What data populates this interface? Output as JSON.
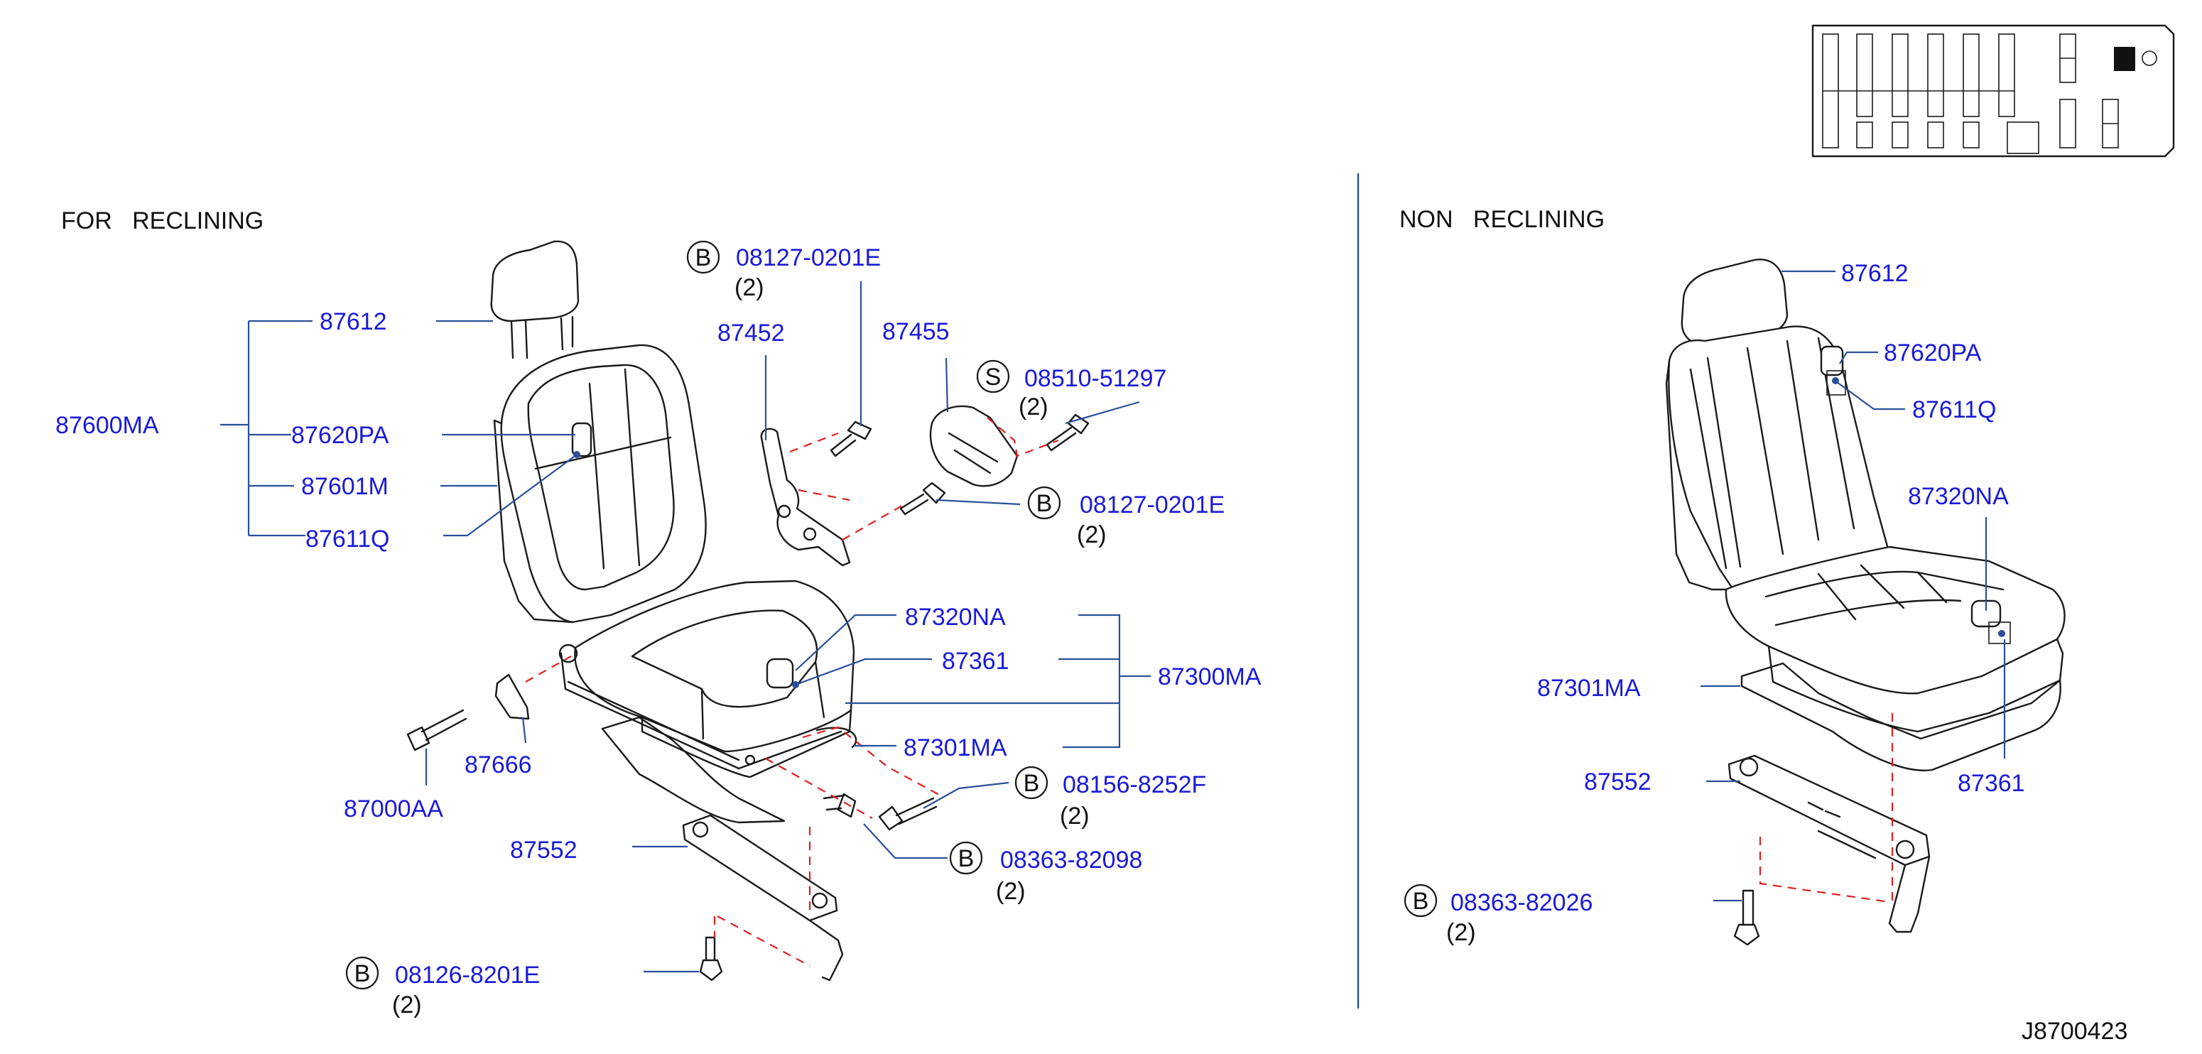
{
  "sections": {
    "left_title": "FOR   RECLINING",
    "right_title": "NON   RECLINING"
  },
  "drawing_id": "J8700423",
  "colors": {
    "part_number": "#1a1ad8",
    "leader": "#2a4f9a",
    "dashed_guide": "#e02020"
  },
  "left": {
    "p87612": "87612",
    "p87600MA": "87600MA",
    "p87620PA": "87620PA",
    "p87601M": "87601M",
    "p87611Q": "87611Q",
    "b1_letter": "B",
    "b1_pn": "08127-0201E",
    "b1_qty": "(2)",
    "p87452": "87452",
    "p87455": "87455",
    "s1_letter": "S",
    "s1_pn": "08510-51297",
    "s1_qty": "(2)",
    "b2_letter": "B",
    "b2_pn": "08127-0201E",
    "b2_qty": "(2)",
    "p87320NA": "87320NA",
    "p87361": "87361",
    "p87300MA": "87300MA",
    "p87301MA": "87301MA",
    "p87666": "87666",
    "p87000AA": "87000AA",
    "b3_letter": "B",
    "b3_pn": "08156-8252F",
    "b3_qty": "(2)",
    "b4_letter": "B",
    "b4_pn": "08363-82098",
    "b4_qty": "(2)",
    "p87552": "87552",
    "b5_letter": "B",
    "b5_pn": "08126-8201E",
    "b5_qty": "(2)"
  },
  "right": {
    "p87612": "87612",
    "p87620PA": "87620PA",
    "p87611Q": "87611Q",
    "p87320NA": "87320NA",
    "p87301MA": "87301MA",
    "p87552": "87552",
    "p87361": "87361",
    "b1_letter": "B",
    "b1_pn": "08363-82026",
    "b1_qty": "(2)"
  }
}
